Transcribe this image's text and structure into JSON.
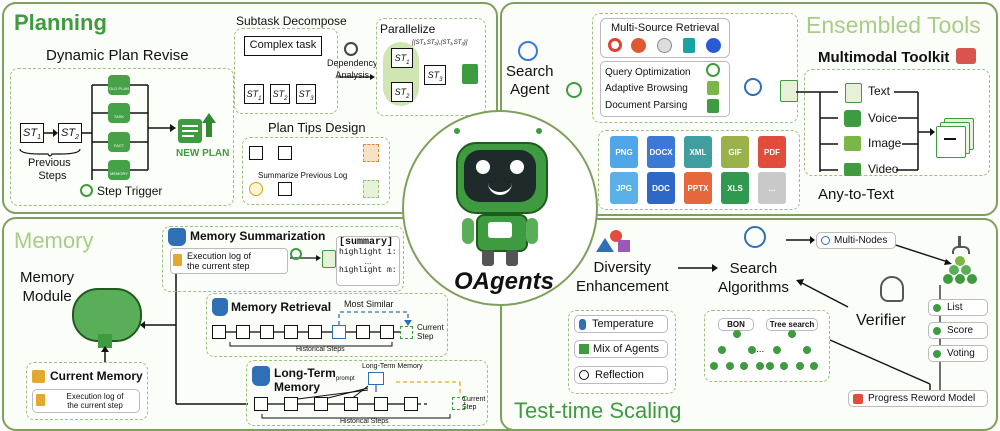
{
  "planning": {
    "title": "Planning",
    "dynamic_plan_revise": "Dynamic Plan Revise",
    "st1": "ST",
    "st2": "ST",
    "previous_steps_1": "Previous",
    "previous_steps_2": "Steps",
    "step_trigger": "Step Trigger",
    "new_plan": "NEW PLAN",
    "card_old_plan": "OLD PLAN",
    "card_task_goal": "TASK GOAL",
    "card_fact": "FACT",
    "card_memory": "MEMORY",
    "subtask_decompose": "Subtask Decompose",
    "complex_task": "Complex task",
    "dependency": "Dependency",
    "analysis": "Analysis",
    "parallelize": "Parallelize",
    "parallel_formula": "[(ST₁,ST₂),(ST₁,ST₃)]",
    "plan_tips_design": "Plan Tips Design",
    "summarize_previous_log": "Summarize Previous Log"
  },
  "tools": {
    "title": "Ensembled Tools",
    "search_agent_1": "Search",
    "search_agent_2": "Agent",
    "multi_source_retrieval": "Multi-Source Retrieval",
    "query_optimization": "Query Optimization",
    "adaptive_browsing": "Adaptive Browsing",
    "document_parsing": "Document Parsing",
    "multimodal_toolkit": "Multimodal Toolkit",
    "text": "Text",
    "voice": "Voice",
    "image": "Image",
    "video": "Video",
    "any_to_text": "Any-to-Text",
    "files": [
      {
        "label": "PNG",
        "color": "#4fa6e8"
      },
      {
        "label": "DOCX",
        "color": "#3b79d4"
      },
      {
        "label": "XML",
        "color": "#3f9e9e"
      },
      {
        "label": "GIF",
        "color": "#9bb14a"
      },
      {
        "label": "PDF",
        "color": "#e24c3c"
      },
      {
        "label": "JPG",
        "color": "#5bb0e8"
      },
      {
        "label": "DOC",
        "color": "#2f67c7"
      },
      {
        "label": "PPTX",
        "color": "#e6673c"
      },
      {
        "label": "XLS",
        "color": "#2f9a4f"
      },
      {
        "label": "...",
        "color": "#c9c9c9"
      }
    ]
  },
  "center": {
    "name": "OAgents"
  },
  "memory": {
    "title": "Memory",
    "memory_module_1": "Memory",
    "memory_module_2": "Module",
    "memory_summarization": "Memory Summarization",
    "execution_log_1": "Execution log of",
    "execution_log_2": "the current step",
    "summary_tag": "[summary]",
    "highlight_1": "highlight 1: ...",
    "ellipsis": "...",
    "highlight_m": "highlight m: ...",
    "memory_retrieval": "Memory Retrieval",
    "most_similar": "Most Similar",
    "current_step_1": "Current",
    "current_step_2": "Step",
    "historical_steps": "Historical Steps",
    "long_term_memory_1": "Long-Term",
    "long_term_memory_2": "Memory",
    "long_term_memory_label": "Long-Term Memory",
    "prompt": "prompt",
    "current_memory": "Current Memory",
    "cm_log_1": "Execution log of",
    "cm_log_2": "the current step"
  },
  "scaling": {
    "title": "Test-time Scaling",
    "diversity_1": "Diversity",
    "diversity_2": "Enhancement",
    "search_algorithms_1": "Search",
    "search_algorithms_2": "Algorithms",
    "multi_nodes": "Multi-Nodes",
    "verifier": "Verifier",
    "list": "List",
    "score": "Score",
    "voting": "Voting",
    "temperature": "Temperature",
    "mix_of_agents": "Mix of Agents",
    "reflection": "Reflection",
    "bon": "BON",
    "tree_search": "Tree search",
    "dots": "...",
    "progress_reward_model": "Progress Reword Model"
  }
}
